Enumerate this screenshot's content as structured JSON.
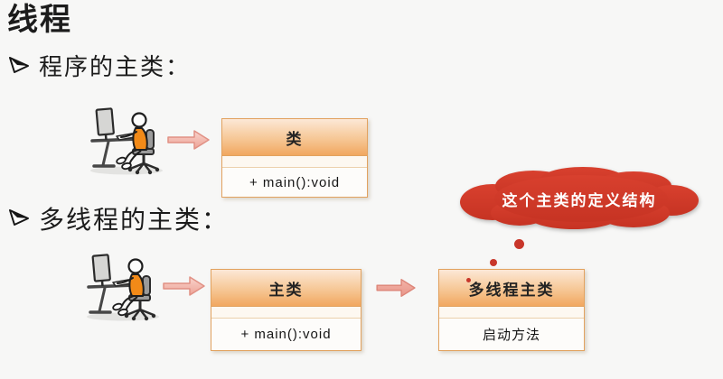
{
  "slide": {
    "title": "线程",
    "background_color": "#f7f7f6"
  },
  "bullets": [
    {
      "icon": "arrowhead-bullet-icon",
      "label": "程序的主类："
    },
    {
      "icon": "arrowhead-bullet-icon",
      "label": "多线程的主类："
    }
  ],
  "single_thread_diagram": {
    "programmer_icon": "programmer-at-computer-illustration",
    "arrow_icon": "right-block-arrow-icon",
    "class_box": {
      "title": "类",
      "method": "+ main():void"
    }
  },
  "multi_thread_diagram": {
    "programmer_icon": "programmer-at-computer-illustration",
    "arrow_icon": "right-block-arrow-icon",
    "main_class_box": {
      "title": "主类",
      "method": "+ main():void"
    },
    "transition_arrow_icon": "right-block-arrow-icon",
    "thread_class_box": {
      "title": "多线程主类",
      "method": "启动方法"
    }
  },
  "thought_bubble": {
    "text": "这个主类的定义结构",
    "trail_dots": 3
  },
  "colors": {
    "box_header_top": "#fce8d6",
    "box_header_bottom": "#f1a75f",
    "box_border": "#e2a25f",
    "arrow_fill": "#f6c3ba",
    "arrow_border": "#e19084",
    "bubble_red": "#d13a2a",
    "person_shirt_orange": "#f28a18"
  }
}
